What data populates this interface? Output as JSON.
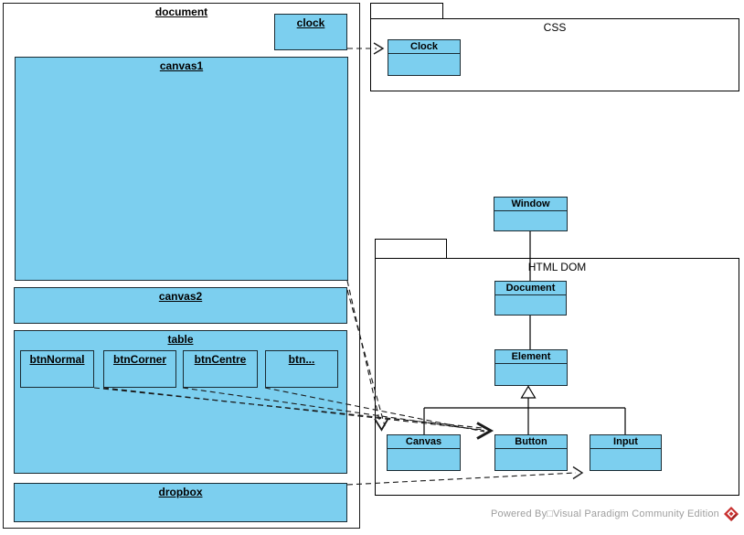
{
  "diagram": {
    "document_object": {
      "label": "document"
    },
    "nodes": {
      "clock": {
        "label": "clock"
      },
      "canvas1": {
        "label": "canvas1"
      },
      "canvas2": {
        "label": "canvas2"
      },
      "table": {
        "label": "table"
      },
      "dropbox": {
        "label": "dropbox"
      },
      "buttons": [
        {
          "label": "btnNormal"
        },
        {
          "label": "btnCorner"
        },
        {
          "label": "btnCentre"
        },
        {
          "label": "btn..."
        }
      ]
    },
    "packages": {
      "css": {
        "label": "CSS"
      },
      "html_dom": {
        "label": "HTML DOM"
      }
    },
    "classes": {
      "clock": {
        "name": "Clock"
      },
      "window": {
        "name": "Window"
      },
      "document": {
        "name": "Document"
      },
      "element": {
        "name": "Element"
      },
      "canvas": {
        "name": "Canvas"
      },
      "button": {
        "name": "Button"
      },
      "input": {
        "name": "Input"
      }
    },
    "relations": [
      {
        "from": "clock",
        "to": "Clock",
        "type": "dashed-dependency"
      },
      {
        "from": "canvas1",
        "to": "Canvas",
        "type": "dashed-dependency"
      },
      {
        "from": "canvas2",
        "to": "Canvas",
        "type": "dashed-dependency"
      },
      {
        "from": "btnNormal",
        "to": "Button",
        "type": "dashed-dependency"
      },
      {
        "from": "btnCorner",
        "to": "Button",
        "type": "dashed-dependency"
      },
      {
        "from": "btnCentre",
        "to": "Button",
        "type": "dashed-dependency"
      },
      {
        "from": "btn...",
        "to": "Button",
        "type": "dashed-dependency"
      },
      {
        "from": "dropbox",
        "to": "Input",
        "type": "dashed-dependency"
      },
      {
        "from": "Window",
        "to": "Document",
        "type": "association"
      },
      {
        "from": "Document",
        "to": "Element",
        "type": "association"
      },
      {
        "from": "Canvas",
        "to": "Element",
        "type": "generalization"
      },
      {
        "from": "Button",
        "to": "Element",
        "type": "generalization"
      },
      {
        "from": "Input",
        "to": "Element",
        "type": "generalization"
      }
    ]
  },
  "branding": {
    "text": "Powered By□Visual Paradigm Community Edition"
  },
  "colors": {
    "shape_fill": "#7CCFEF",
    "shape_border": "#1A2B33",
    "package_border": "#000000",
    "text": "#000000",
    "branding_text": "#9E9E9E",
    "logo_red": "#C9302F"
  }
}
